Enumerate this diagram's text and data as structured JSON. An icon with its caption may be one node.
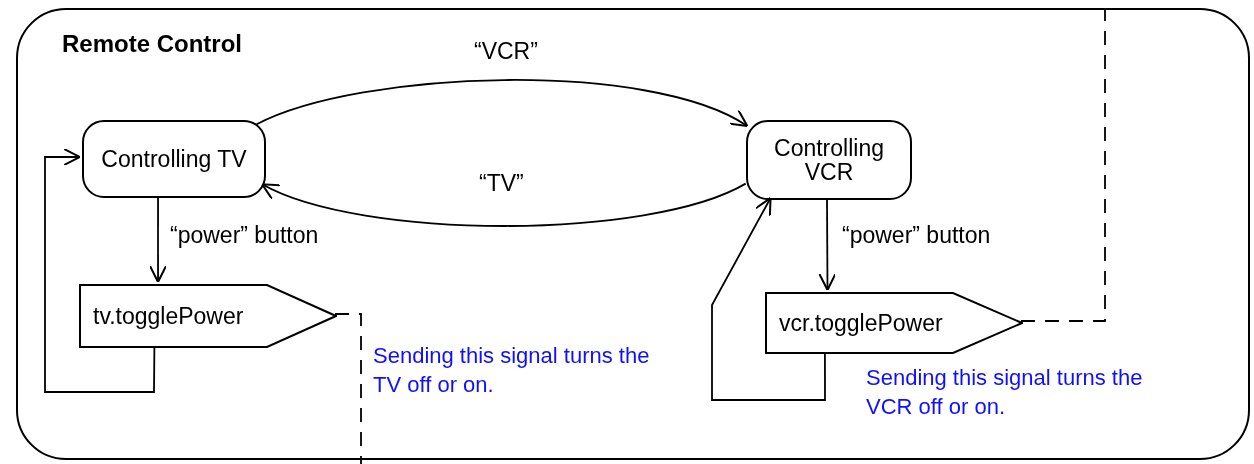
{
  "diagram": {
    "nodes": [
      {
        "text": [
          "Remote Control"
        ]
      },
      {
        "text": [
          "Controlling TV"
        ],
        "in": 0
      },
      {
        "text": [
          "Controlling VCR"
        ],
        "in": 0
      },
      {
        "text": [
          "tv.togglePower"
        ],
        "in": 0,
        "beside": [
          "Sending this signal turns the TV off or on."
        ]
      },
      {
        "text": [
          "vcr.togglePower"
        ],
        "in": 0,
        "beside": [
          "Sending this signal turns the VCR off or on."
        ]
      }
    ],
    "edges": [
      {
        "from": 1,
        "to": 2,
        "arrow": "to",
        "label": "“VCR”"
      },
      {
        "from": 2,
        "to": 1,
        "arrow": "to",
        "label": "“TV”"
      },
      {
        "from": 1,
        "to": 3,
        "arrow": "to",
        "label": "“power” button"
      },
      {
        "from": 2,
        "to": 4,
        "arrow": "to",
        "label": "“power” button"
      },
      {
        "from": 3,
        "to": 1,
        "arrow": "to"
      },
      {
        "from": 4,
        "to": 2,
        "arrow": "to"
      },
      {
        "from": 3,
        "to": null,
        "arrow": "none",
        "style": "dashed"
      },
      {
        "from": 4,
        "to": null,
        "arrow": "none",
        "style": "dashed"
      }
    ]
  }
}
